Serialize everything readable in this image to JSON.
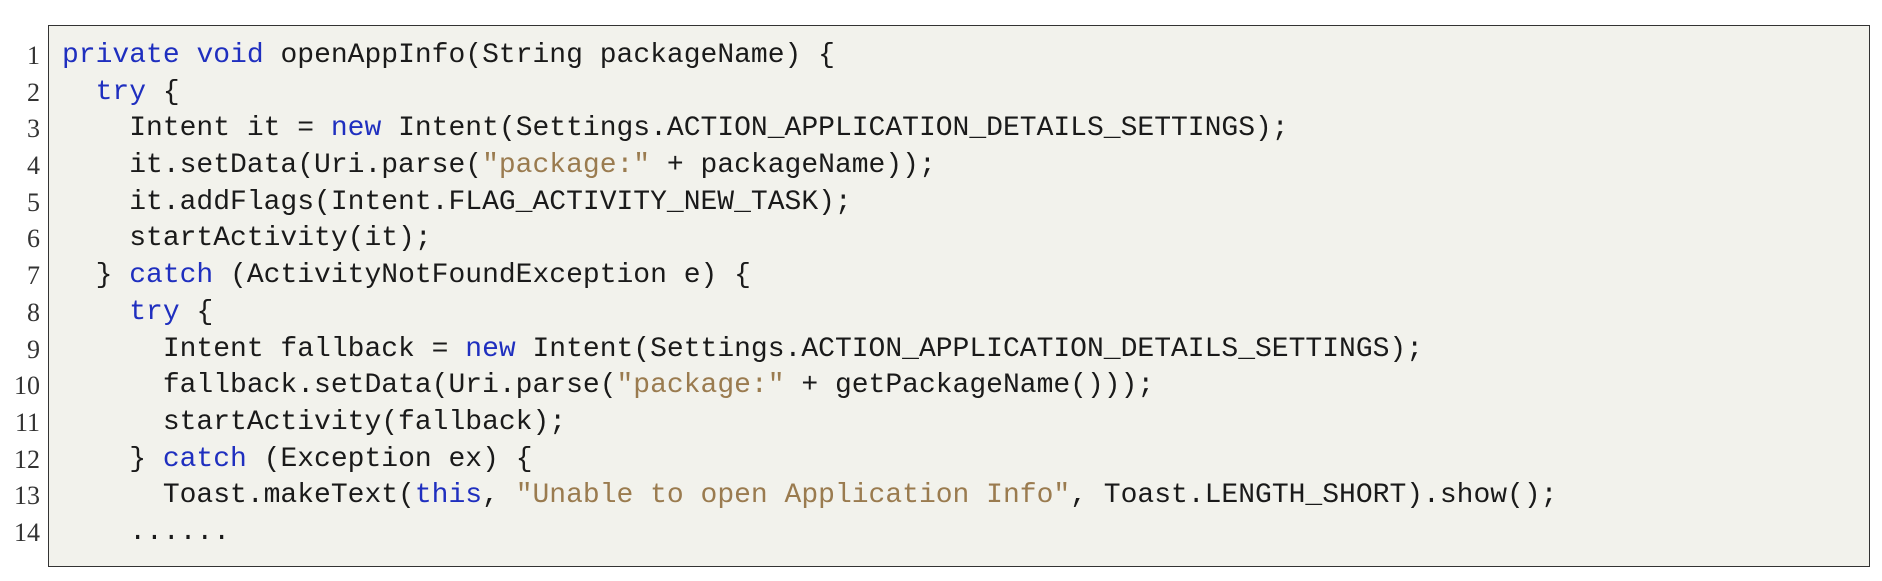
{
  "code": {
    "lines": [
      {
        "num": "1",
        "tokens": [
          {
            "t": "kw",
            "v": "private"
          },
          {
            "t": "plain",
            "v": " "
          },
          {
            "t": "kw",
            "v": "void"
          },
          {
            "t": "plain",
            "v": " openAppInfo(String packageName) {"
          }
        ]
      },
      {
        "num": "2",
        "tokens": [
          {
            "t": "plain",
            "v": "  "
          },
          {
            "t": "kw",
            "v": "try"
          },
          {
            "t": "plain",
            "v": " {"
          }
        ]
      },
      {
        "num": "3",
        "tokens": [
          {
            "t": "plain",
            "v": "    Intent it = "
          },
          {
            "t": "kw",
            "v": "new"
          },
          {
            "t": "plain",
            "v": " Intent(Settings.ACTION_APPLICATION_DETAILS_SETTINGS);"
          }
        ]
      },
      {
        "num": "4",
        "tokens": [
          {
            "t": "plain",
            "v": "    it.setData(Uri.parse("
          },
          {
            "t": "str",
            "v": "\"package:\""
          },
          {
            "t": "plain",
            "v": " + packageName));"
          }
        ]
      },
      {
        "num": "5",
        "tokens": [
          {
            "t": "plain",
            "v": "    it.addFlags(Intent.FLAG_ACTIVITY_NEW_TASK);"
          }
        ]
      },
      {
        "num": "6",
        "tokens": [
          {
            "t": "plain",
            "v": "    startActivity(it);"
          }
        ]
      },
      {
        "num": "7",
        "tokens": [
          {
            "t": "plain",
            "v": "  } "
          },
          {
            "t": "kw",
            "v": "catch"
          },
          {
            "t": "plain",
            "v": " (ActivityNotFoundException e) {"
          }
        ]
      },
      {
        "num": "8",
        "tokens": [
          {
            "t": "plain",
            "v": "    "
          },
          {
            "t": "kw",
            "v": "try"
          },
          {
            "t": "plain",
            "v": " {"
          }
        ]
      },
      {
        "num": "9",
        "tokens": [
          {
            "t": "plain",
            "v": "      Intent fallback = "
          },
          {
            "t": "kw",
            "v": "new"
          },
          {
            "t": "plain",
            "v": " Intent(Settings.ACTION_APPLICATION_DETAILS_SETTINGS);"
          }
        ]
      },
      {
        "num": "10",
        "tokens": [
          {
            "t": "plain",
            "v": "      fallback.setData(Uri.parse("
          },
          {
            "t": "str",
            "v": "\"package:\""
          },
          {
            "t": "plain",
            "v": " + getPackageName()));"
          }
        ]
      },
      {
        "num": "11",
        "tokens": [
          {
            "t": "plain",
            "v": "      startActivity(fallback);"
          }
        ]
      },
      {
        "num": "12",
        "tokens": [
          {
            "t": "plain",
            "v": "    } "
          },
          {
            "t": "kw",
            "v": "catch"
          },
          {
            "t": "plain",
            "v": " (Exception ex) {"
          }
        ]
      },
      {
        "num": "13",
        "tokens": [
          {
            "t": "plain",
            "v": "      Toast.makeText("
          },
          {
            "t": "kw",
            "v": "this"
          },
          {
            "t": "plain",
            "v": ", "
          },
          {
            "t": "str",
            "v": "\"Unable to open Application Info\""
          },
          {
            "t": "plain",
            "v": ", Toast.LENGTH_SHORT).show();"
          }
        ]
      },
      {
        "num": "14",
        "tokens": [
          {
            "t": "plain",
            "v": "    ......"
          }
        ]
      }
    ]
  },
  "colors": {
    "keyword": "#1f2fbf",
    "string": "#9a7b4f",
    "text": "#1a1a1a",
    "background": "#f2f2ec",
    "border": "#333333"
  }
}
